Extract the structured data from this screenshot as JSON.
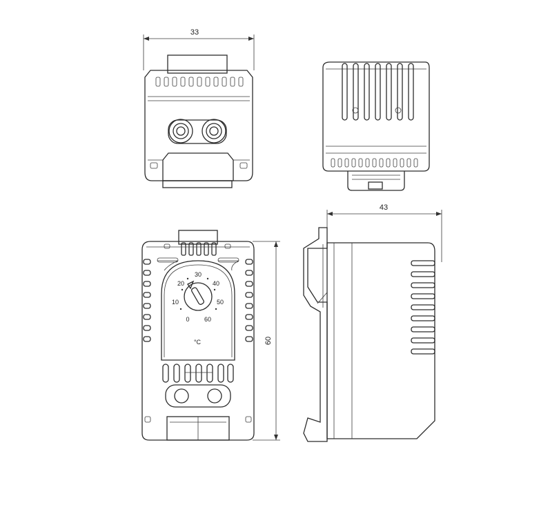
{
  "dimensions": {
    "width_top": "33",
    "depth": "43",
    "height": "60"
  },
  "dial": {
    "scale": [
      "0",
      "10",
      "20",
      "30",
      "40",
      "50",
      "60"
    ],
    "unit": "°C"
  },
  "colors": {
    "line": "#2b2b2b",
    "background": "#ffffff"
  }
}
